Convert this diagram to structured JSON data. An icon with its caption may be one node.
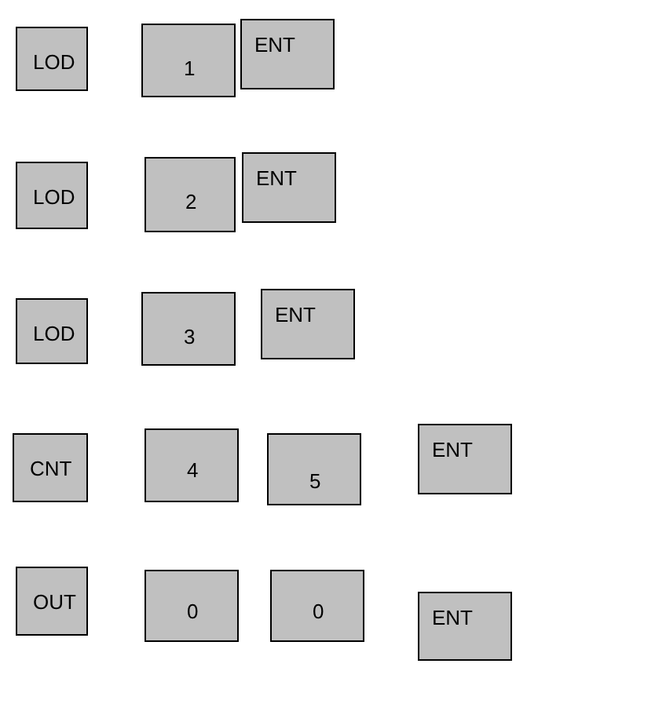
{
  "diagram": {
    "nodes": [
      {
        "text": [
          "LOD"
        ]
      },
      {
        "text": [
          "1"
        ]
      },
      {
        "text": [
          "ENT"
        ]
      },
      {
        "text": [
          "LOD"
        ]
      },
      {
        "text": [
          "2"
        ]
      },
      {
        "text": [
          "ENT"
        ]
      },
      {
        "text": [
          "LOD"
        ]
      },
      {
        "text": [
          "3"
        ]
      },
      {
        "text": [
          "ENT"
        ]
      },
      {
        "text": [
          "CNT"
        ]
      },
      {
        "text": [
          "4"
        ]
      },
      {
        "text": [
          "5"
        ]
      },
      {
        "text": [
          "ENT"
        ]
      },
      {
        "text": [
          "OUT"
        ]
      },
      {
        "text": [
          "0"
        ]
      },
      {
        "text": [
          "0"
        ]
      },
      {
        "text": [
          "ENT"
        ]
      }
    ]
  }
}
